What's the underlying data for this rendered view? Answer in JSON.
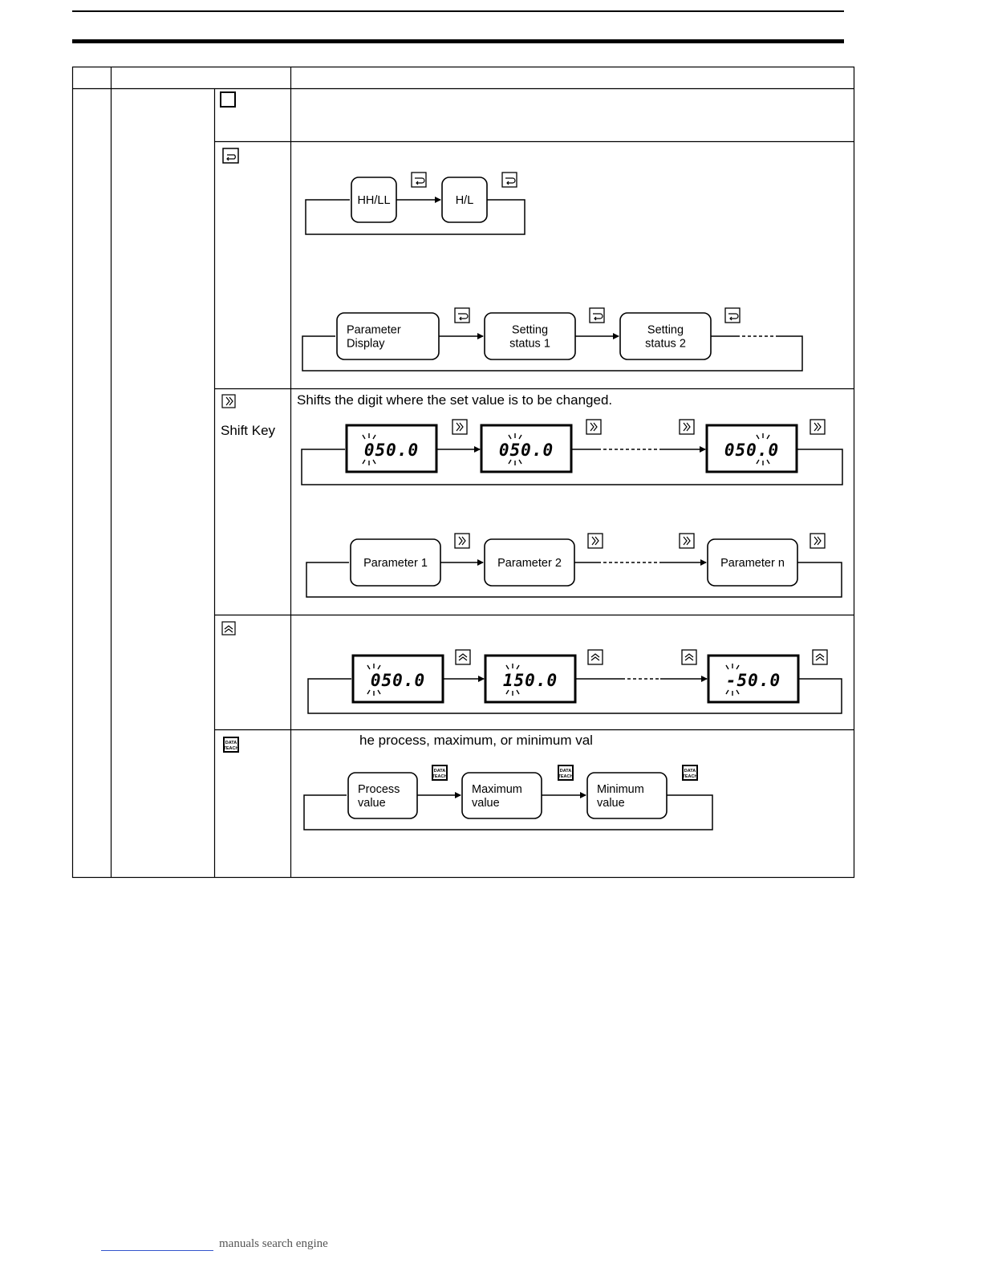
{
  "table": {
    "enter_row": {
      "icon": "enter-key-icon"
    },
    "mode_row": {
      "icon": "mode-key-icon",
      "flow1": [
        "HH/LL",
        "H/L"
      ],
      "flow2": [
        "Parameter\nDisplay",
        "Setting\nstatus 1",
        "Setting\nstatus 2"
      ]
    },
    "shift_row": {
      "icon": "shift-key-icon",
      "key_name": "Shift Key",
      "description": "Shifts the digit where the set value is to be changed.",
      "displays": [
        "050.0",
        "050.0",
        "050.0"
      ],
      "flow2": [
        "Parameter 1",
        "Parameter 2",
        "Parameter n"
      ]
    },
    "up_row": {
      "icon": "up-key-icon",
      "displays": [
        "050.0",
        "150.0",
        "-50.0"
      ]
    },
    "data_row": {
      "icon": "data-teach-key-icon",
      "icon_text": [
        "DATA",
        "TEACH"
      ],
      "description": "he process, maximum, or minimum val",
      "flow": [
        "Process\nvalue",
        "Maximum\nvalue",
        "Minimum\nvalue"
      ]
    }
  },
  "footer": {
    "text": "manuals search engine",
    "link_color": "#3355cc"
  }
}
